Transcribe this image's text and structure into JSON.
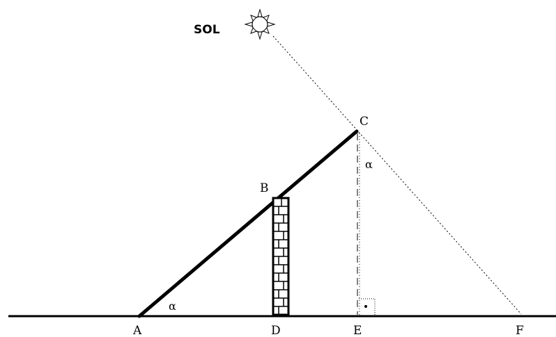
{
  "labels": {
    "sun": "SOL",
    "A": "A",
    "B": "B",
    "C": "C",
    "D": "D",
    "E": "E",
    "F": "F",
    "alpha_at_A": "α",
    "alpha_at_C": "α"
  },
  "icons": {
    "sun": "sun-icon",
    "right_angle": "right-angle-icon",
    "wall": "brick-wall-icon"
  }
}
